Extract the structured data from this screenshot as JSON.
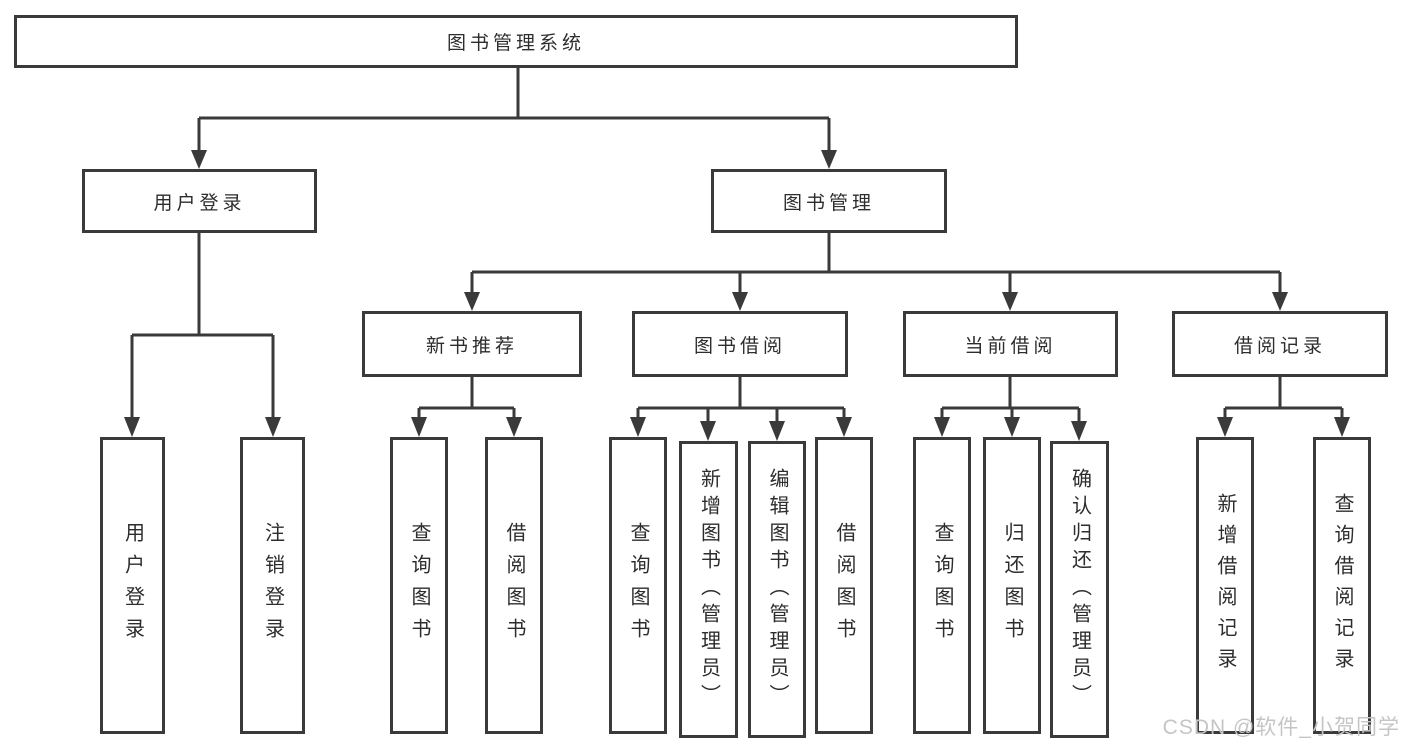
{
  "colors": {
    "line": "#3a3a3a",
    "ink": "#2d2d2d",
    "wm": "#c5c5c5",
    "bg": "#ffffff"
  },
  "nodes": {
    "root": "图书管理系统",
    "user_login": "用户登录",
    "book_management": "图书管理",
    "new_book_recommend": "新书推荐",
    "book_borrow": "图书借阅",
    "current_borrow": "当前借阅",
    "borrow_record": "借阅记录"
  },
  "leaves": {
    "user_login": "用户登录",
    "logout": "注销登录",
    "nb_query": "查询图书",
    "nb_borrow": "借阅图书",
    "bb_query": "查询图书",
    "bb_add": "新增图书（管理员）",
    "bb_edit": "编辑图书（管理员）",
    "bb_borrow": "借阅图书",
    "cb_query": "查询图书",
    "cb_return": "归还图书",
    "cb_confirm": "确认归还（管理员）",
    "br_add": "新增借阅记录",
    "br_query": "查询借阅记录"
  },
  "watermark": "CSDN @软件_小贺同学"
}
